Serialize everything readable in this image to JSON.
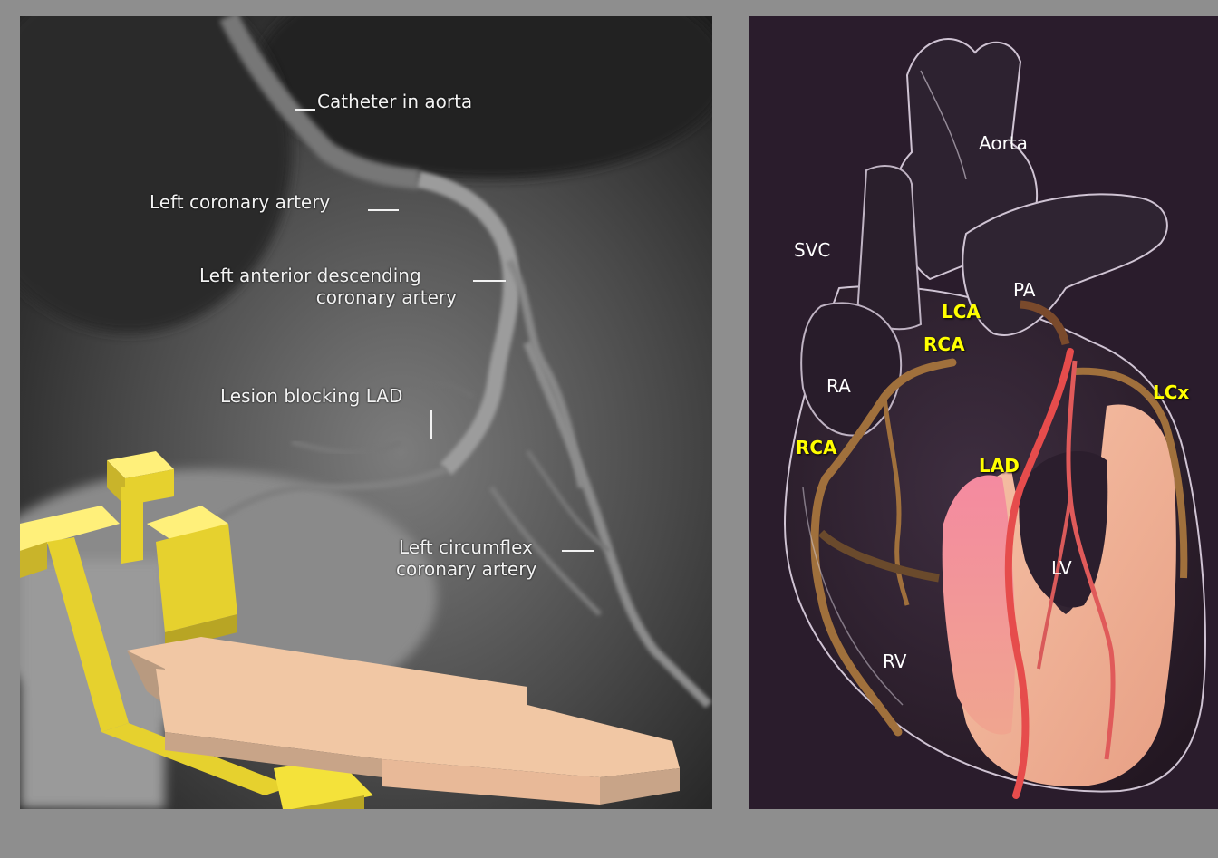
{
  "angiogram": {
    "labels": {
      "catheter": "Catheter in aorta",
      "lca": "Left coronary artery",
      "lad_line1": "Left anterior descending",
      "lad_line2": "coronary artery",
      "lesion": "Lesion blocking LAD",
      "lcx_line1": "Left circumflex",
      "lcx_line2": "coronary artery"
    }
  },
  "heart": {
    "labels": {
      "aorta": "Aorta",
      "svc": "SVC",
      "pa": "PA",
      "ra": "RA",
      "lv": "LV",
      "rv": "RV"
    },
    "highlights": {
      "lca": "LCA",
      "rca_top": "RCA",
      "rca_side": "RCA",
      "lad": "LAD",
      "lcx": "LCx"
    },
    "colors": {
      "highlight": "#ffff00",
      "background": "#2a1c2c",
      "vessel_brown": "#9a6a3a",
      "vessel_red": "#e64c4c",
      "myocardium": "#f2b59a"
    }
  },
  "colors": {
    "page_bg": "#8e8e8e",
    "label_text": "#f2f2f2"
  }
}
